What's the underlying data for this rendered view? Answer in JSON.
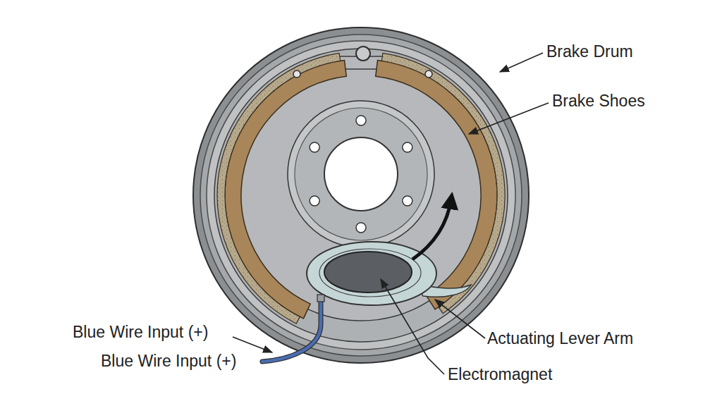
{
  "diagram": {
    "labels": [
      "Brake Drum",
      "Brake Shoes",
      "Blue Wire Input (+)",
      "Blue Wire Input (+)",
      "Actuating Lever Arm",
      "Electromagnet"
    ]
  }
}
